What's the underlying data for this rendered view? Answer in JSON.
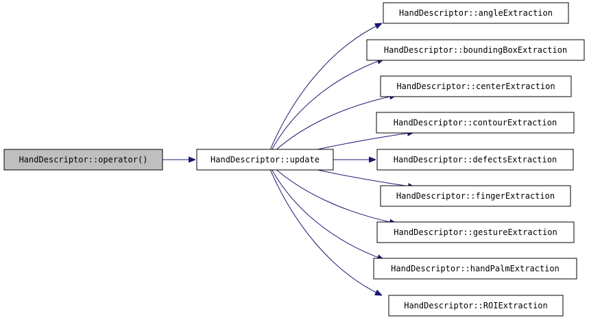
{
  "colors": {
    "edge": "#191970",
    "node_fill": "#ffffff",
    "selected_fill": "#bfbfbf",
    "border": "#000000"
  },
  "nodes": [
    {
      "id": "operator",
      "label": "HandDescriptor::operator()",
      "selected": true
    },
    {
      "id": "update",
      "label": "HandDescriptor::update",
      "selected": false
    },
    {
      "id": "angle",
      "label": "HandDescriptor::angleExtraction",
      "selected": false
    },
    {
      "id": "bbox",
      "label": "HandDescriptor::boundingBoxExtraction",
      "selected": false
    },
    {
      "id": "center",
      "label": "HandDescriptor::centerExtraction",
      "selected": false
    },
    {
      "id": "contour",
      "label": "HandDescriptor::contourExtraction",
      "selected": false
    },
    {
      "id": "defects",
      "label": "HandDescriptor::defectsExtraction",
      "selected": false
    },
    {
      "id": "finger",
      "label": "HandDescriptor::fingerExtraction",
      "selected": false
    },
    {
      "id": "gesture",
      "label": "HandDescriptor::gestureExtraction",
      "selected": false
    },
    {
      "id": "palm",
      "label": "HandDescriptor::handPalmExtraction",
      "selected": false
    },
    {
      "id": "roi",
      "label": "HandDescriptor::ROIExtraction",
      "selected": false
    }
  ],
  "edges": [
    {
      "from": "operator",
      "to": "update"
    },
    {
      "from": "update",
      "to": "angle"
    },
    {
      "from": "update",
      "to": "bbox"
    },
    {
      "from": "update",
      "to": "center"
    },
    {
      "from": "update",
      "to": "contour"
    },
    {
      "from": "update",
      "to": "defects"
    },
    {
      "from": "update",
      "to": "finger"
    },
    {
      "from": "update",
      "to": "gesture"
    },
    {
      "from": "update",
      "to": "palm"
    },
    {
      "from": "update",
      "to": "roi"
    }
  ]
}
